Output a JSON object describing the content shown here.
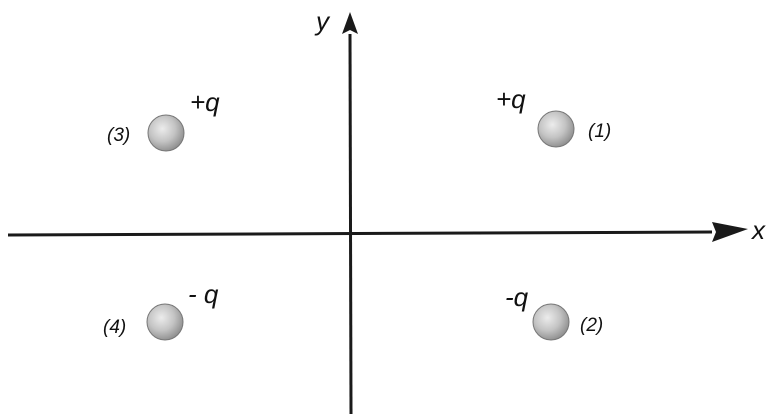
{
  "axes": {
    "x_label": "x",
    "y_label": "y"
  },
  "charges": [
    {
      "index_label": "(1)",
      "charge_label": "+q",
      "quadrant": "upper-right"
    },
    {
      "index_label": "(2)",
      "charge_label": "-q",
      "quadrant": "lower-right"
    },
    {
      "index_label": "(3)",
      "charge_label": "+q",
      "quadrant": "upper-left"
    },
    {
      "index_label": "(4)",
      "charge_label": "- q",
      "quadrant": "lower-left"
    }
  ],
  "colors": {
    "axis": "#1a1a1a",
    "sphere_light": "#e6e6e6",
    "sphere_mid": "#bdbdbd",
    "sphere_dark": "#8a8a8a"
  }
}
